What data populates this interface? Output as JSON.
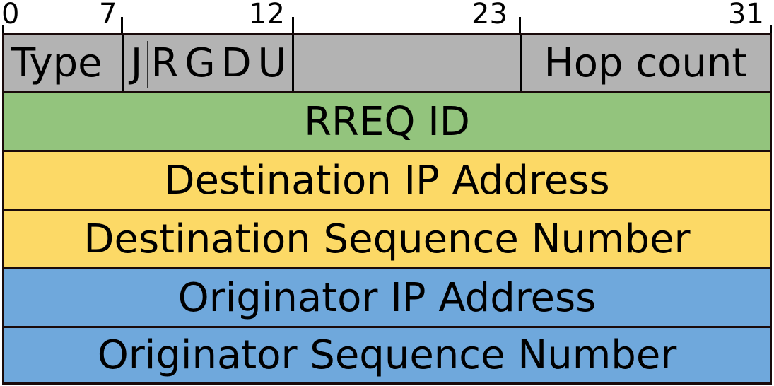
{
  "bit_numbers": [
    "0",
    "7",
    "12",
    "23",
    "31"
  ],
  "header_row": {
    "type_label": "Type",
    "flags": [
      "J",
      "R",
      "G",
      "D",
      "U"
    ],
    "hop_label": "Hop count"
  },
  "rows": [
    {
      "label": "RREQ ID",
      "color": "#93c47d"
    },
    {
      "label": "Destination IP Address",
      "color": "#fcd966"
    },
    {
      "label": "Destination Sequence Number",
      "color": "#fcd966"
    },
    {
      "label": "Originator IP Address",
      "color": "#6fa8dc"
    },
    {
      "label": "Originator Sequence Number",
      "color": "#6fa8dc"
    }
  ]
}
